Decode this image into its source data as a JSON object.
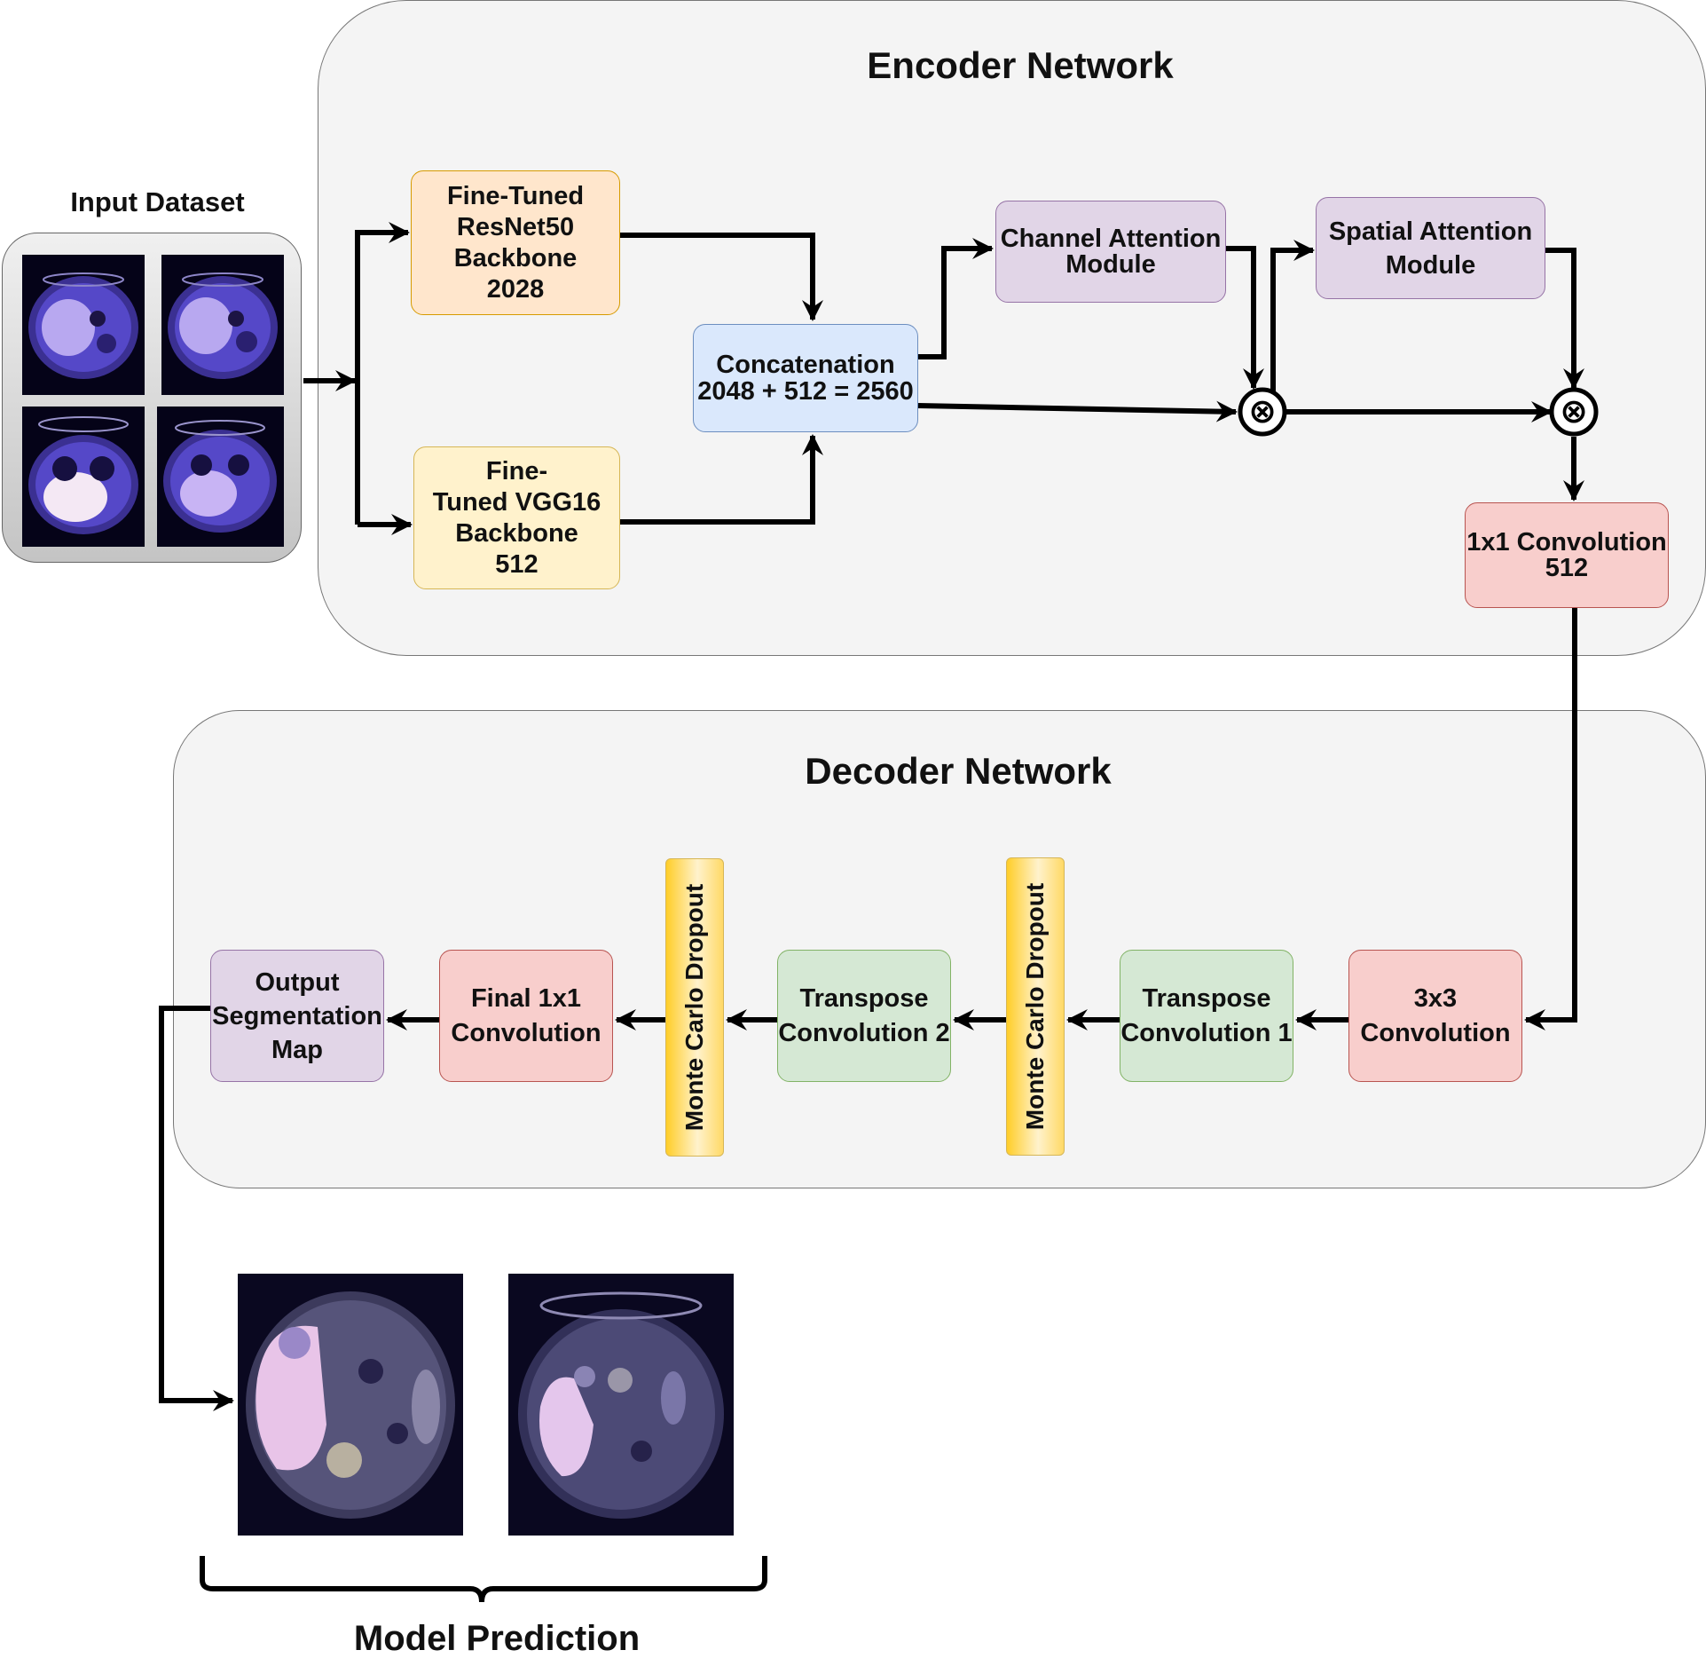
{
  "input": {
    "title": "Input Dataset"
  },
  "encoder": {
    "title": "Encoder Network",
    "resnet": [
      "Fine-Tuned",
      "ResNet50",
      "Backbone",
      "2028"
    ],
    "vgg": [
      "Fine-",
      "Tuned VGG16",
      "Backbone",
      "512"
    ],
    "concat": [
      "Concatenation",
      "2048 + 512 = 2560"
    ],
    "channel_attention": [
      "Channel Attention",
      "Module"
    ],
    "spatial_attention": [
      "Spatial Attention",
      "Module"
    ],
    "multiply_symbol": "⊗",
    "conv1x1": [
      "1x1 Convolution",
      "512"
    ]
  },
  "decoder": {
    "title": "Decoder Network",
    "conv3x3": [
      "3x3",
      "Convolution"
    ],
    "transpose1": [
      "Transpose",
      "Convolution 1"
    ],
    "dropout1": "Monte Carlo Dropout",
    "transpose2": [
      "Transpose",
      "Convolution 2"
    ],
    "dropout2": "Monte Carlo Dropout",
    "final_conv": [
      "Final 1x1",
      "Convolution"
    ],
    "output": [
      "Output",
      "Segmentation",
      "Map"
    ]
  },
  "prediction": {
    "label": "Model Prediction"
  },
  "colors": {
    "panel": "#f4f4f4",
    "orange": "#ffe6cc",
    "yellow": "#fff2cc",
    "blue": "#dae8fc",
    "purple": "#e1d5e7",
    "red": "#f8cecc",
    "green": "#d5e8d4",
    "dropout": "#ffcd28",
    "ct_tint": "#5a4fd8"
  }
}
